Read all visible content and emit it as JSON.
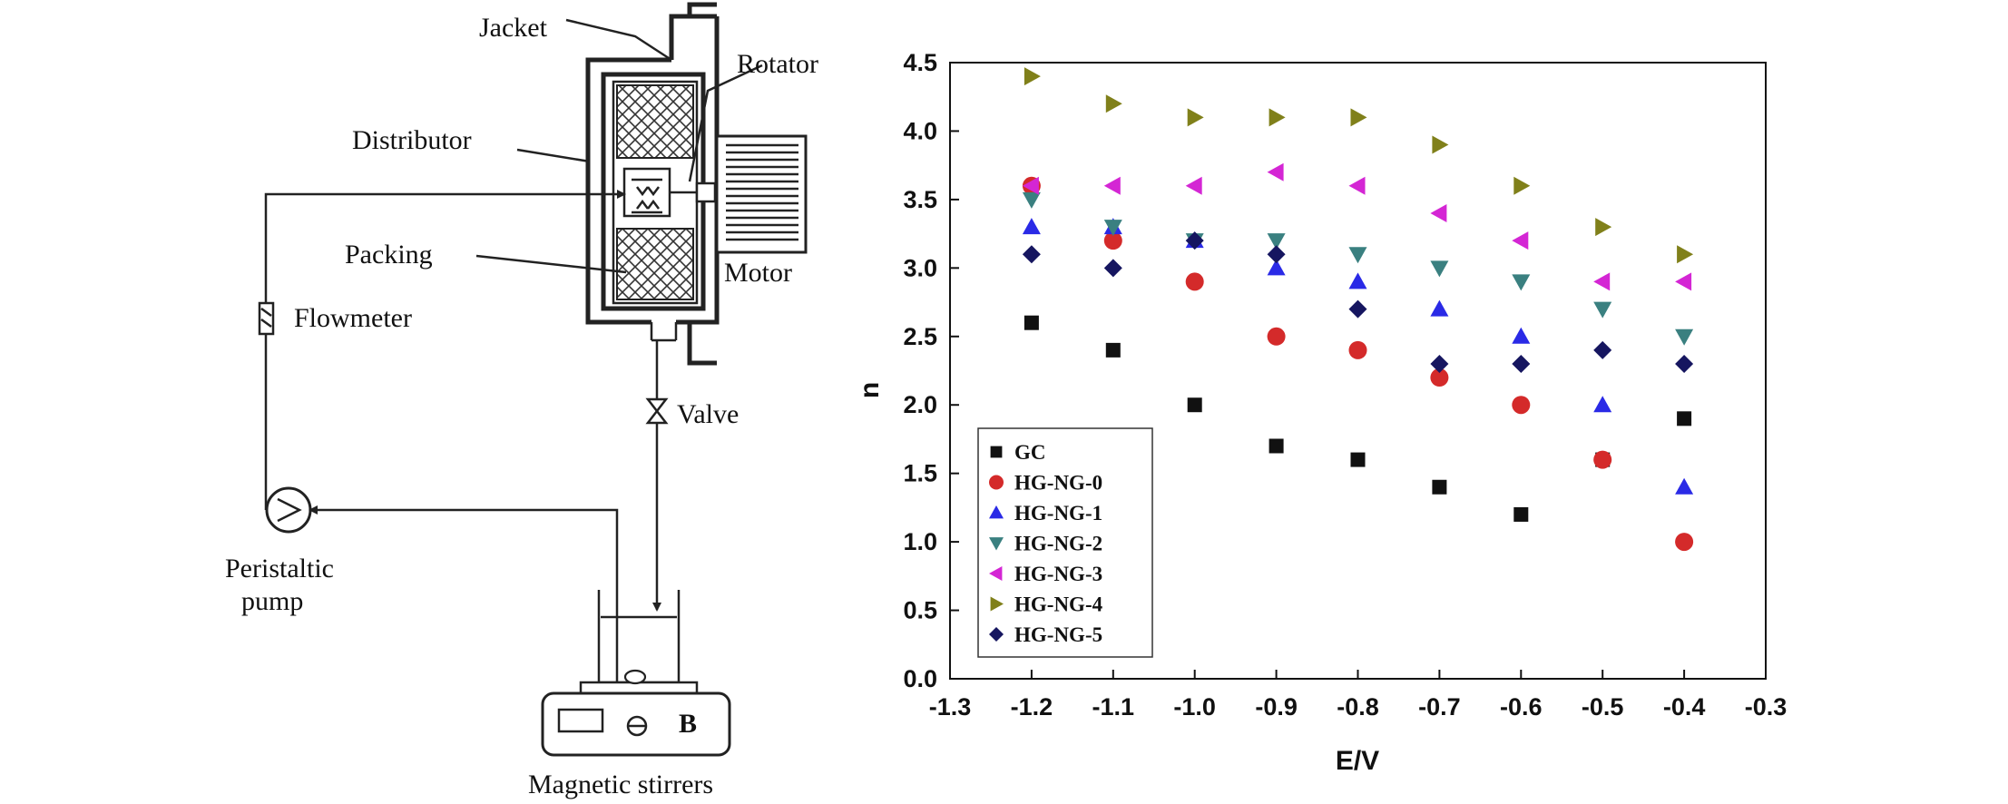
{
  "diagram": {
    "labels": {
      "jacket": "Jacket",
      "rotator": "Rotator",
      "distributor": "Distributor",
      "packing": "Packing",
      "motor": "Motor",
      "flowmeter": "Flowmeter",
      "valve": "Valve",
      "pump_line1": "Peristaltic",
      "pump_line2": "pump",
      "stirrer_mark": "B",
      "stirrers": "Magnetic stirrers"
    }
  },
  "chart_data": {
    "type": "scatter",
    "xlabel": "E/V",
    "ylabel": "n",
    "xlim": [
      -1.3,
      -0.3
    ],
    "ylim": [
      0.0,
      4.5
    ],
    "xticks": [
      -1.3,
      -1.2,
      -1.1,
      -1.0,
      -0.9,
      -0.8,
      -0.7,
      -0.6,
      -0.5,
      -0.4,
      -0.3
    ],
    "xtick_labels": [
      "-1.3",
      "-1.2",
      "-1.1",
      "-1.0",
      "-0.9",
      "-0.8",
      "-0.7",
      "-0.6",
      "-0.5",
      "-0.4",
      "-0.3"
    ],
    "yticks": [
      0.0,
      0.5,
      1.0,
      1.5,
      2.0,
      2.5,
      3.0,
      3.5,
      4.0,
      4.5
    ],
    "ytick_labels": [
      "0.0",
      "0.5",
      "1.0",
      "1.5",
      "2.0",
      "2.5",
      "3.0",
      "3.5",
      "4.0",
      "4.5"
    ],
    "grid": false,
    "legend_position": "bottom-left",
    "x": [
      -1.2,
      -1.1,
      -1.0,
      -0.9,
      -0.8,
      -0.7,
      -0.6,
      -0.5,
      -0.4
    ],
    "series": [
      {
        "name": "GC",
        "marker": "square",
        "color": "#111111",
        "values": [
          2.6,
          2.4,
          2.0,
          1.7,
          1.6,
          1.4,
          1.2,
          1.6,
          1.9
        ]
      },
      {
        "name": "HG-NG-0",
        "marker": "circle",
        "color": "#d42a2a",
        "values": [
          3.6,
          3.2,
          2.9,
          2.5,
          2.4,
          2.2,
          2.0,
          1.6,
          1.0
        ]
      },
      {
        "name": "HG-NG-1",
        "marker": "triangle-up",
        "color": "#2a2ae6",
        "values": [
          3.3,
          3.3,
          3.2,
          3.0,
          2.9,
          2.7,
          2.5,
          2.0,
          1.4
        ]
      },
      {
        "name": "HG-NG-2",
        "marker": "triangle-down",
        "color": "#3a8080",
        "values": [
          3.5,
          3.3,
          3.2,
          3.2,
          3.1,
          3.0,
          2.9,
          2.7,
          2.5
        ]
      },
      {
        "name": "HG-NG-3",
        "marker": "triangle-left",
        "color": "#d426d4",
        "values": [
          3.6,
          3.6,
          3.6,
          3.7,
          3.6,
          3.4,
          3.2,
          2.9,
          2.9
        ]
      },
      {
        "name": "HG-NG-4",
        "marker": "triangle-right",
        "color": "#80801a",
        "values": [
          4.4,
          4.2,
          4.1,
          4.1,
          4.1,
          3.9,
          3.6,
          3.3,
          3.1
        ]
      },
      {
        "name": "HG-NG-5",
        "marker": "diamond",
        "color": "#161660",
        "values": [
          3.1,
          3.0,
          3.2,
          3.1,
          2.7,
          2.3,
          2.3,
          2.4,
          2.3
        ]
      }
    ]
  }
}
